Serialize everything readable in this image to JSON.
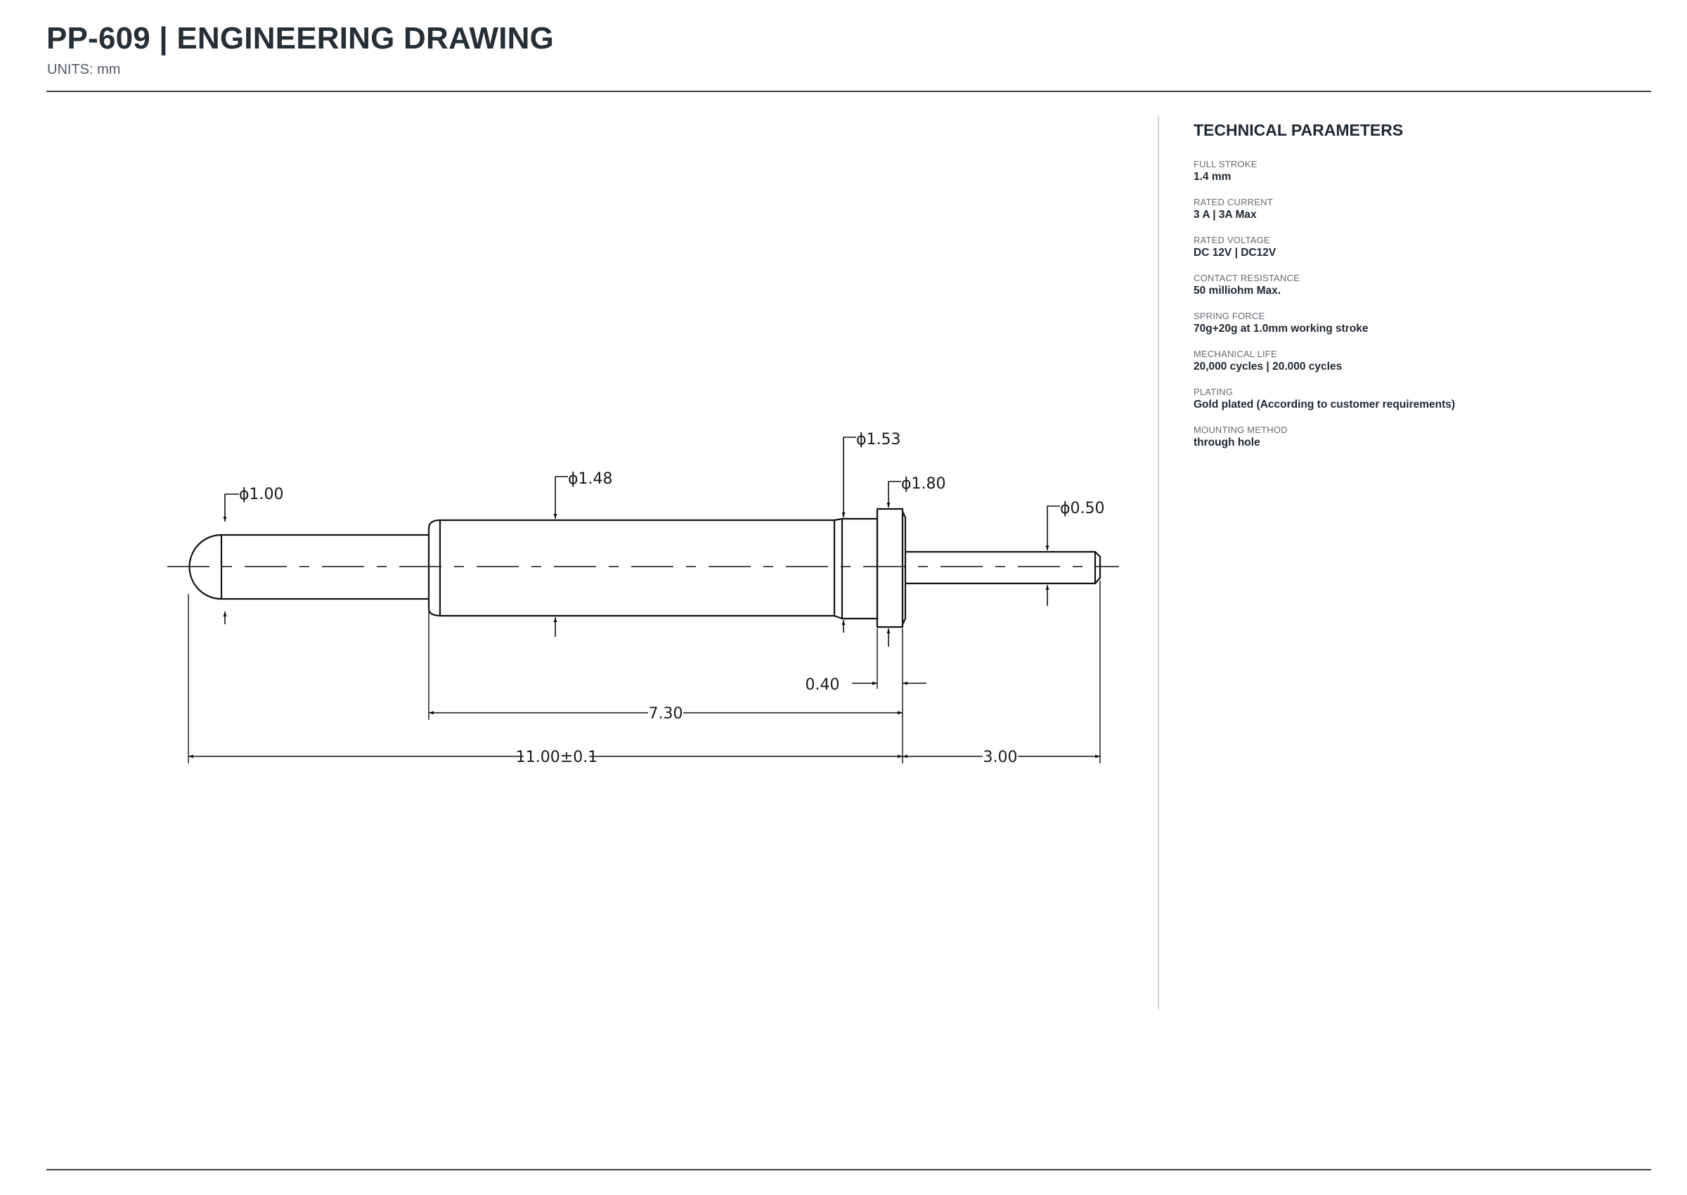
{
  "header": {
    "title": "PP-609  |  ENGINEERING DRAWING",
    "units": "UNITS: mm"
  },
  "panel": {
    "title": "TECHNICAL PARAMETERS",
    "params": [
      {
        "label": "FULL STROKE",
        "value": "1.4 mm"
      },
      {
        "label": "RATED CURRENT",
        "value": "3 A | 3A Max"
      },
      {
        "label": "RATED VOLTAGE",
        "value": "DC 12V | DC12V"
      },
      {
        "label": "CONTACT RESISTANCE",
        "value": "50 milliohm Max."
      },
      {
        "label": "SPRING FORCE",
        "value": "70g+20g at 1.0mm working stroke"
      },
      {
        "label": "MECHANICAL LIFE",
        "value": "20,000 cycles | 20.000 cycles"
      },
      {
        "label": "PLATING",
        "value": "Gold plated (According to customer requirements)"
      },
      {
        "label": "MOUNTING METHOD",
        "value": "through hole"
      }
    ]
  },
  "drawing": {
    "diameters": {
      "tip": "ϕ1.00",
      "barrel": "ϕ1.48",
      "collar": "ϕ1.53",
      "flange": "ϕ1.80",
      "tail": "ϕ0.50"
    },
    "lengths": {
      "flange": "0.40",
      "barrel": "7.30",
      "overall": "11.00±0.1",
      "tail": "3.00"
    },
    "line_color": "#111111"
  }
}
